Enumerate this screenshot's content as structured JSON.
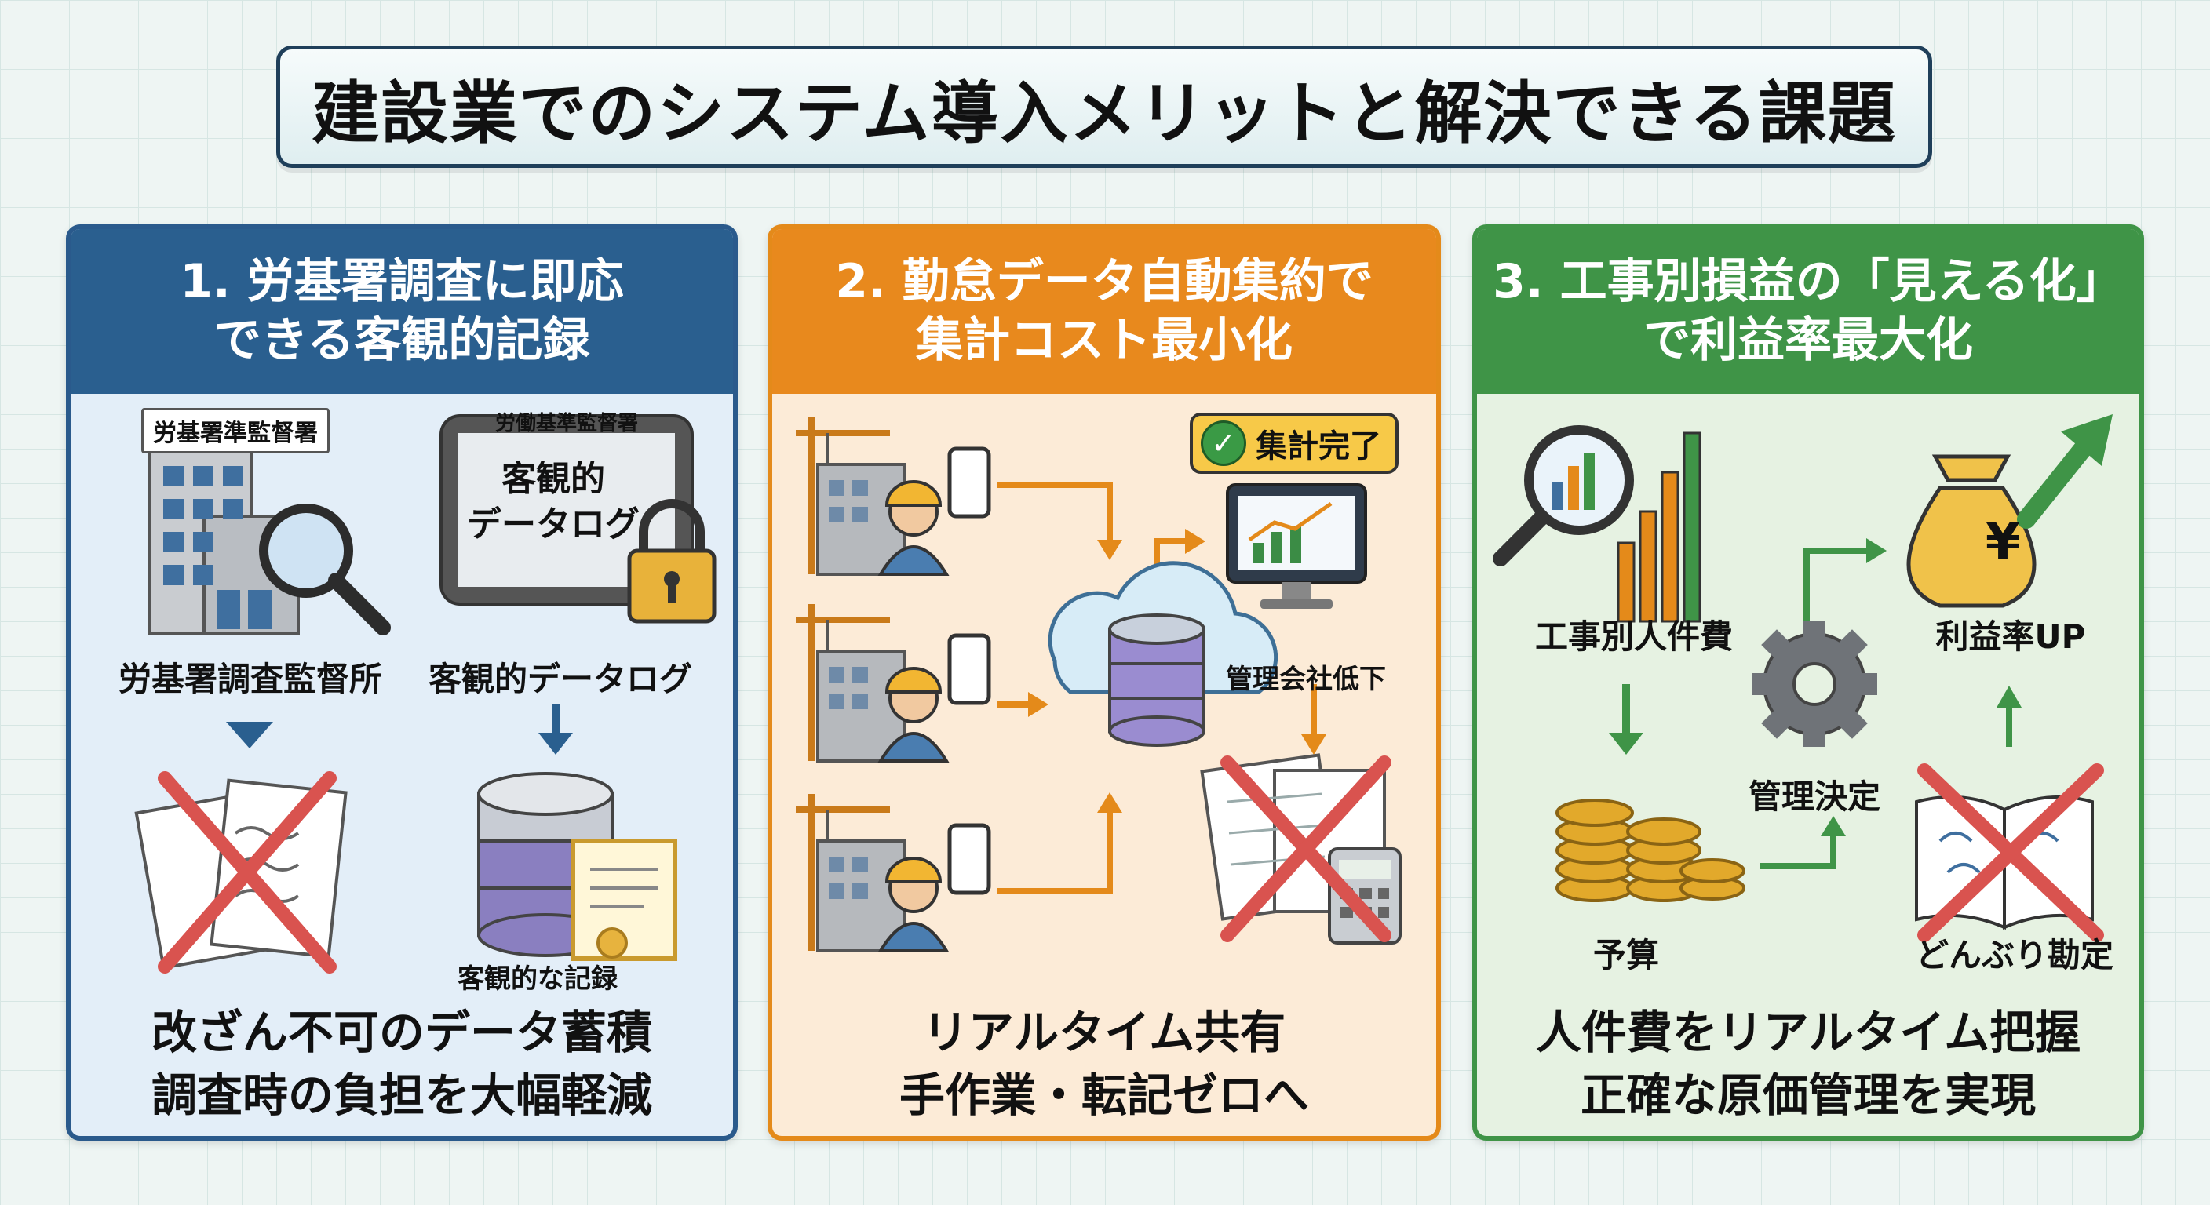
{
  "title": "建設業でのシステム導入メリットと解決できる課題",
  "panels": [
    {
      "heading_line1": "1. 労基署調査に即応",
      "heading_line2": "できる客観的記録",
      "building_sign": "労基署準監督署",
      "tablet_header": "労働基準監督署",
      "tablet_line1": "客観的",
      "tablet_line2": "データログ",
      "label_left": "労基署調査監督所",
      "label_right": "客観的データログ",
      "label_db": "客観的な記録",
      "caption_line1": "改ざん不可のデータ蓄積",
      "caption_line2": "調査時の負担を大幅軽減"
    },
    {
      "heading_line1": "2. 勤怠データ自動集約で",
      "heading_line2": "集計コスト最小化",
      "badge": "集計完了",
      "monitor_label": "管理会社低下",
      "caption_line1": "リアルタイム共有",
      "caption_line2": "手作業・転記ゼロへ"
    },
    {
      "heading_line1": "3. 工事別損益の「見える化」",
      "heading_line2": "で利益率最大化",
      "label_cost": "工事別人件費",
      "label_budget": "予算",
      "label_gear": "管理決定",
      "label_profit": "利益率UP",
      "label_book": "どんぶり勘定",
      "yen": "¥",
      "caption_line1": "人件費をリアルタイム把握",
      "caption_line2": "正確な原価管理を実現"
    }
  ],
  "colors": {
    "panel1": "#2a5f8f",
    "panel2": "#e8891d",
    "panel3": "#3f9447",
    "cross": "#d9534f"
  }
}
